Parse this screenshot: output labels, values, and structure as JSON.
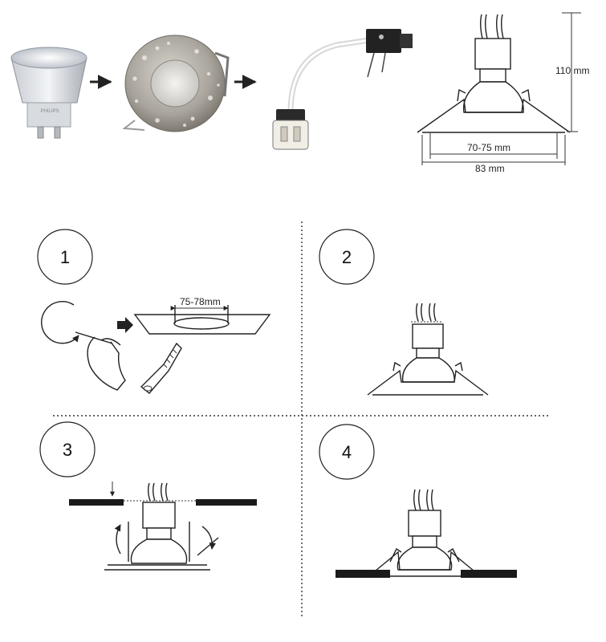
{
  "top": {
    "dim_height": "110 mm",
    "dim_inner": "70-75 mm",
    "dim_outer": "83 mm"
  },
  "steps": [
    {
      "number": "1",
      "cut_label": "75-78mm"
    },
    {
      "number": "2"
    },
    {
      "number": "3"
    },
    {
      "number": "4"
    }
  ]
}
